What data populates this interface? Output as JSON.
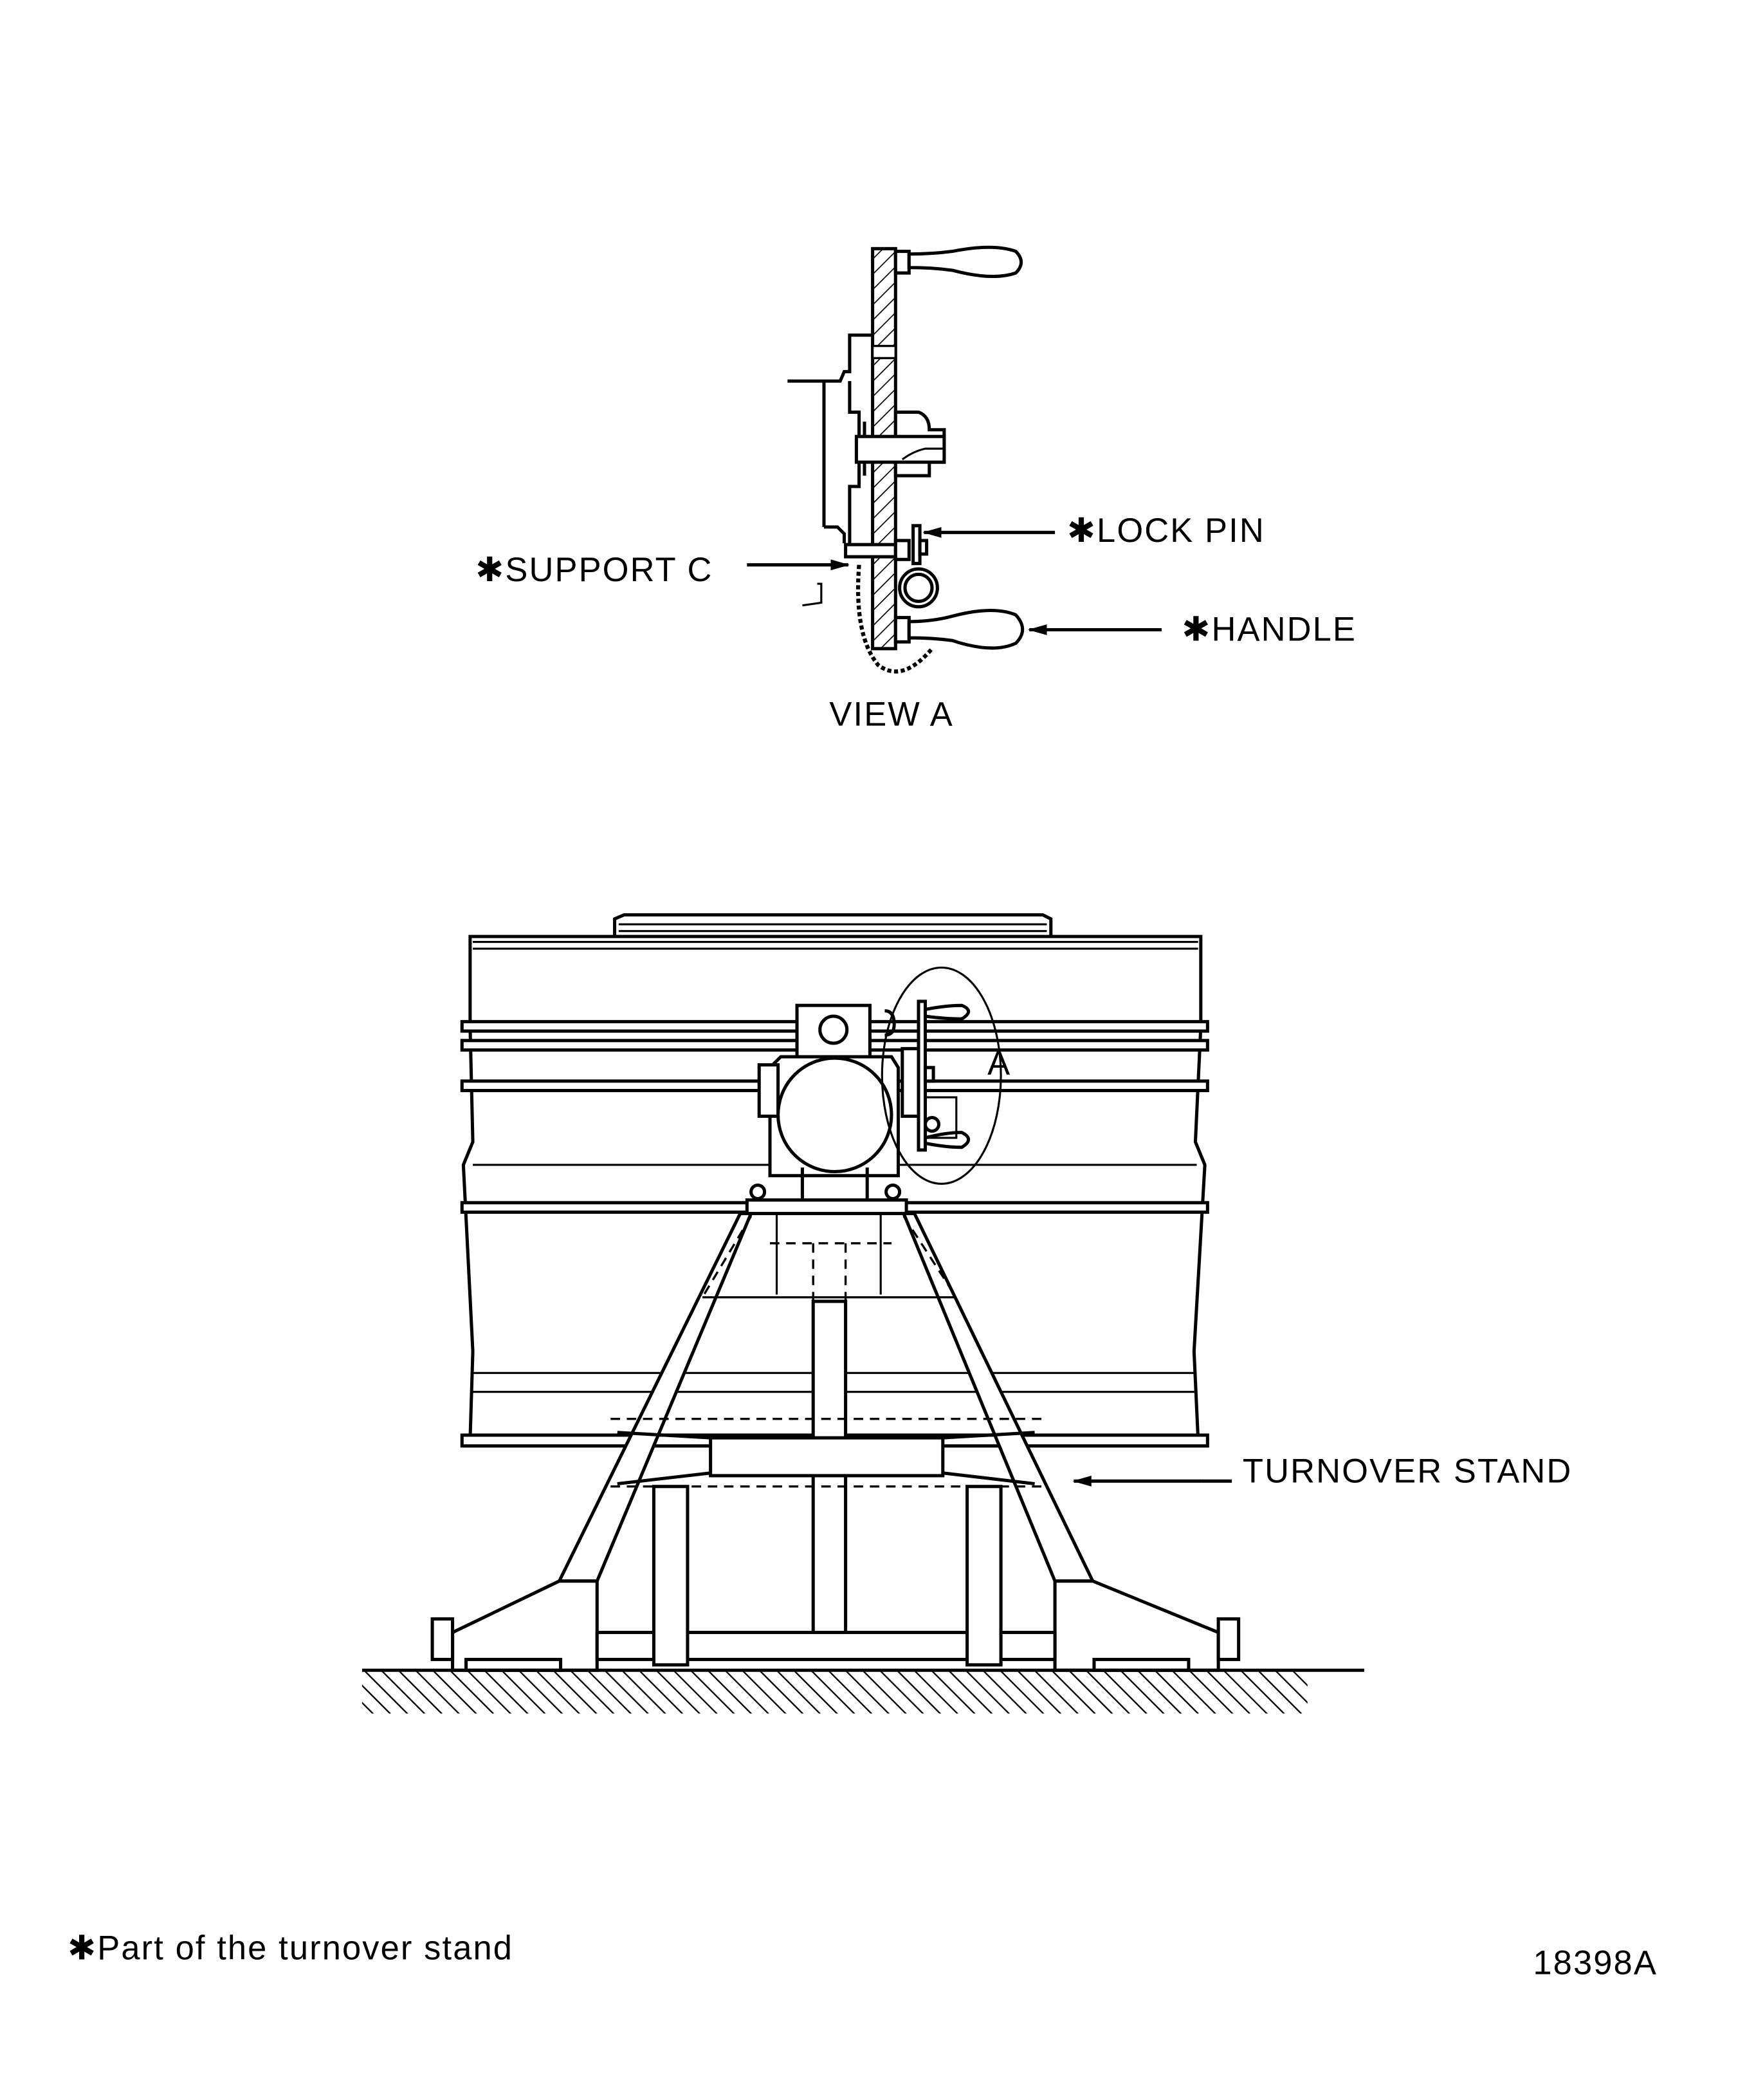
{
  "figure_id": "18398A",
  "view_a": {
    "title": "VIEW A",
    "labels": {
      "lock_pin": "✱LOCK  PIN",
      "support_c": "✱SUPPORT  C",
      "handle": "✱HANDLE"
    }
  },
  "main_view": {
    "detail_callout": "A",
    "turnover_stand_label": "TURNOVER  STAND"
  },
  "footnote": "✱Part  of  the  turnover  stand",
  "colors": {
    "ink": "#000000",
    "paper": "#ffffff"
  }
}
